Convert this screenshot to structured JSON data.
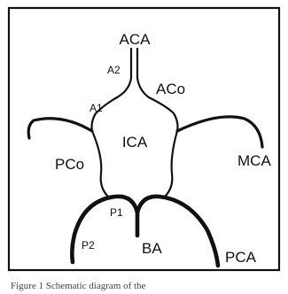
{
  "labels": {
    "aca": "ACA",
    "a2": "A2",
    "a1": "A1",
    "aco": "ACo",
    "ica": "ICA",
    "mca": "MCA",
    "pco": "PCo",
    "p1": "P1",
    "p2": "P2",
    "ba": "BA",
    "pca": "PCA"
  },
  "caption": "Figure 1 Schematic diagram of the"
}
